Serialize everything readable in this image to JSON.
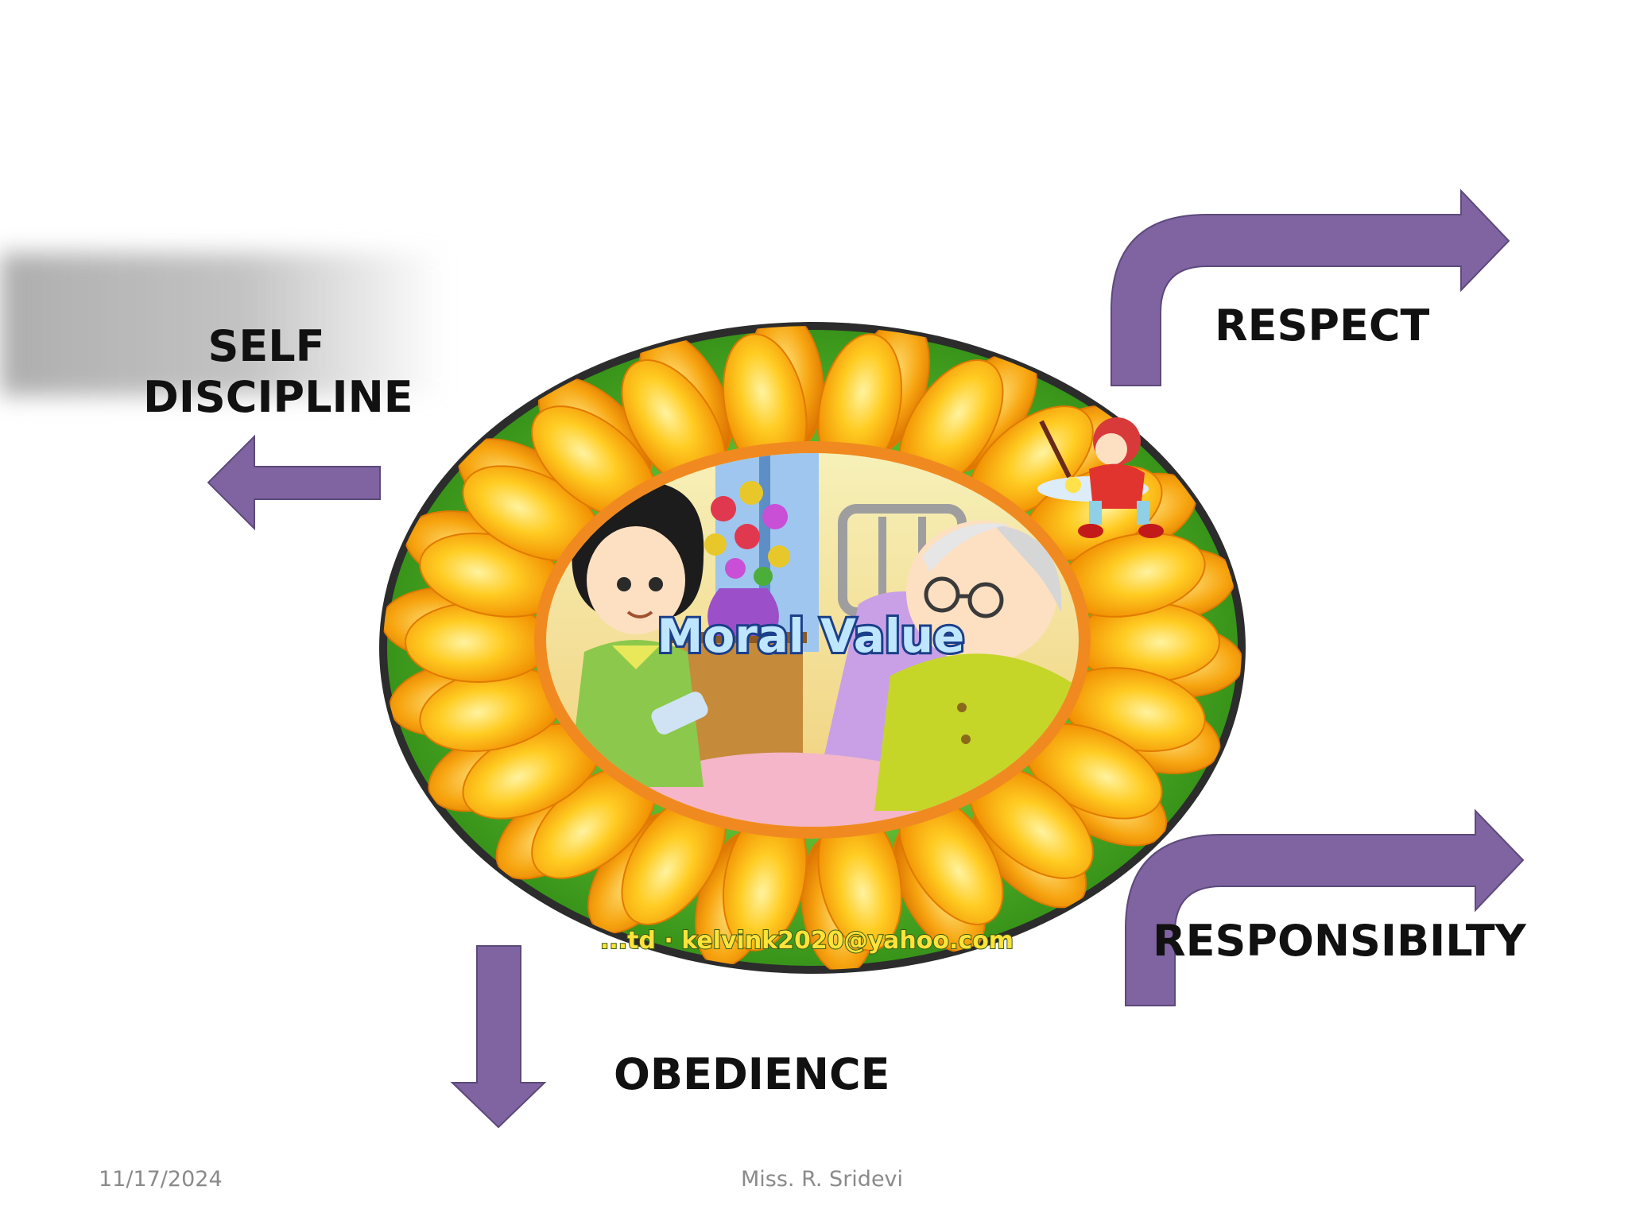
{
  "diagram": {
    "center_image": {
      "banner_text": "Moral Value",
      "credit_text": "...td · kelvink2020@yahoo.com"
    },
    "nodes": [
      {
        "id": "self-discipline",
        "line1": "SELF",
        "line2": "DISCIPLINE"
      },
      {
        "id": "respect",
        "label": "RESPECT"
      },
      {
        "id": "responsibility",
        "label": "RESPONSIBILTY"
      },
      {
        "id": "obedience",
        "label": "OBEDIENCE"
      }
    ]
  },
  "footer": {
    "date": "11/17/2024",
    "author": "Miss. R. Sridevi"
  },
  "colors": {
    "arrow_fill": "#8064a2",
    "arrow_stroke": "#5c4a7a",
    "ellipse_green": "#3f9a1e",
    "ellipse_border": "#2c2c2c",
    "petal_orange": "#f5a20a",
    "petal_yellow": "#ffd23a"
  }
}
